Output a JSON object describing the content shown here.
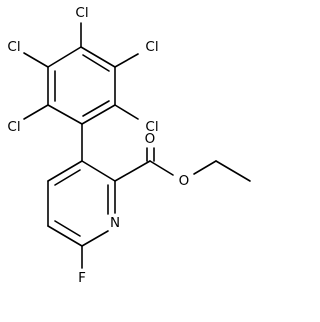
{
  "molecule": {
    "atoms": {
      "cl_top": "Cl",
      "cl_upper_left": "Cl",
      "cl_upper_right": "Cl",
      "cl_lower_left": "Cl",
      "cl_lower_right": "Cl",
      "carbonyl_o": "O",
      "ester_o": "O",
      "ring_n": "N",
      "fluorine": "F"
    }
  },
  "colors": {
    "line": "#000000",
    "background": "#ffffff"
  }
}
